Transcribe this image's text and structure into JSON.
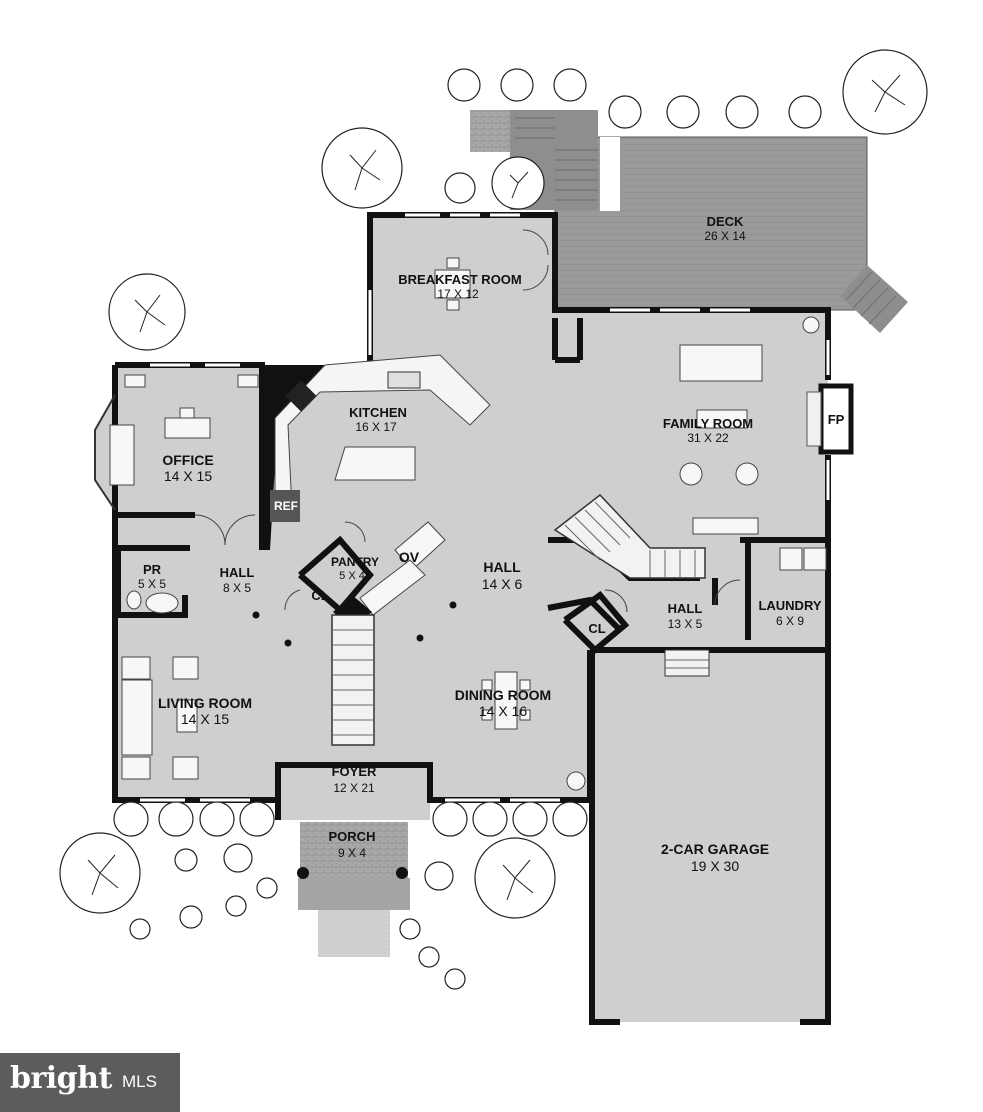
{
  "rooms": [
    {
      "key": "deck",
      "name": "DECK",
      "dim": "26 X 14"
    },
    {
      "key": "breakfast",
      "name": "BREAKFAST ROOM",
      "dim": "17 X 12"
    },
    {
      "key": "kitchen",
      "name": "KITCHEN",
      "dim": "16 X 17"
    },
    {
      "key": "family",
      "name": "FAMILY ROOM",
      "dim": "31 X 22"
    },
    {
      "key": "office",
      "name": "OFFICE",
      "dim": "14 X 15"
    },
    {
      "key": "pr",
      "name": "PR",
      "dim": "5 X 5"
    },
    {
      "key": "hall1",
      "name": "HALL",
      "dim": "8 X 5"
    },
    {
      "key": "pantry",
      "name": "PANTRY",
      "dim": "5 X 4"
    },
    {
      "key": "hall2",
      "name": "HALL",
      "dim": "14 X 6"
    },
    {
      "key": "hall3",
      "name": "HALL",
      "dim": "13 X 5"
    },
    {
      "key": "laundry",
      "name": "LAUNDRY",
      "dim": "6 X 9"
    },
    {
      "key": "living",
      "name": "LIVING ROOM",
      "dim": "14 X 15"
    },
    {
      "key": "dining",
      "name": "DINING ROOM",
      "dim": "14 X 16"
    },
    {
      "key": "foyer",
      "name": "FOYER",
      "dim": "12 X 21"
    },
    {
      "key": "porch",
      "name": "PORCH",
      "dim": "9 X 4"
    },
    {
      "key": "garage",
      "name": "2-CAR GARAGE",
      "dim": "19 X 30"
    }
  ],
  "labels": {
    "ref": "REF",
    "ov": "OV",
    "fp": "FP",
    "cl1": "CL",
    "cl2": "CL"
  },
  "brand": {
    "name": "bright",
    "suffix": "MLS"
  },
  "colors": {
    "wall": "#111111",
    "floor": "#cfcfcf",
    "deck": "#9a9a9a",
    "brand_bg": "#5c5c5c"
  }
}
